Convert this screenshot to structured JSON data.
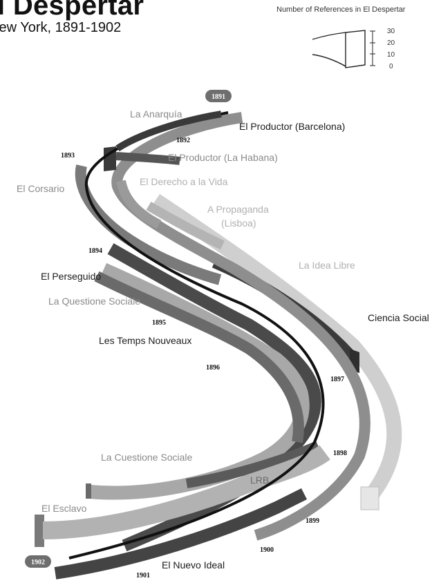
{
  "header": {
    "title": "l Despertar",
    "subtitle": "lew York, 1891-1902"
  },
  "legend": {
    "title": "Number of References in El Despertar",
    "ticks": [
      "30",
      "20",
      "10",
      "0"
    ]
  },
  "years": {
    "y1891": "1891",
    "y1892": "1892",
    "y1893": "1893",
    "y1894": "1894",
    "y1895": "1895",
    "y1896": "1896",
    "y1897": "1897",
    "y1898": "1898",
    "y1899": "1899",
    "y1900": "1900",
    "y1901": "1901",
    "y1902": "1902"
  },
  "publications": {
    "la_anarquia": "La Anarquía",
    "el_productor_barcelona": "El Productor (Barcelona)",
    "el_productor_habana": "El Productor (La Habana)",
    "el_derecho": "El Derecho a la Vida",
    "a_propaganda_1": "A Propaganda",
    "a_propaganda_2": "(Lisboa)",
    "el_corsario": "El Corsario",
    "la_idea_libre": "La Idea Libre",
    "el_perseguido": "El Perseguido",
    "la_questione": "La Questione Sociale",
    "ciencia_social": "Ciencia Social",
    "les_temps": "Les Temps Nouveaux",
    "la_cuestione": "La Cuestione Sociale",
    "lrb": "LRB",
    "el_esclavo": "El Esclavo",
    "el_nuevo_ideal": "El Nuevo Ideal"
  },
  "colors": {
    "dark": "#3a3a3a",
    "mid": "#7a7a7a",
    "light": "#a8a8a8",
    "pale": "#cfcfcf",
    "text_dark": "#1a1a1a",
    "text_mid": "#8a8a8a",
    "text_light": "#b0b0b0",
    "badge": "#6e6e6e"
  }
}
